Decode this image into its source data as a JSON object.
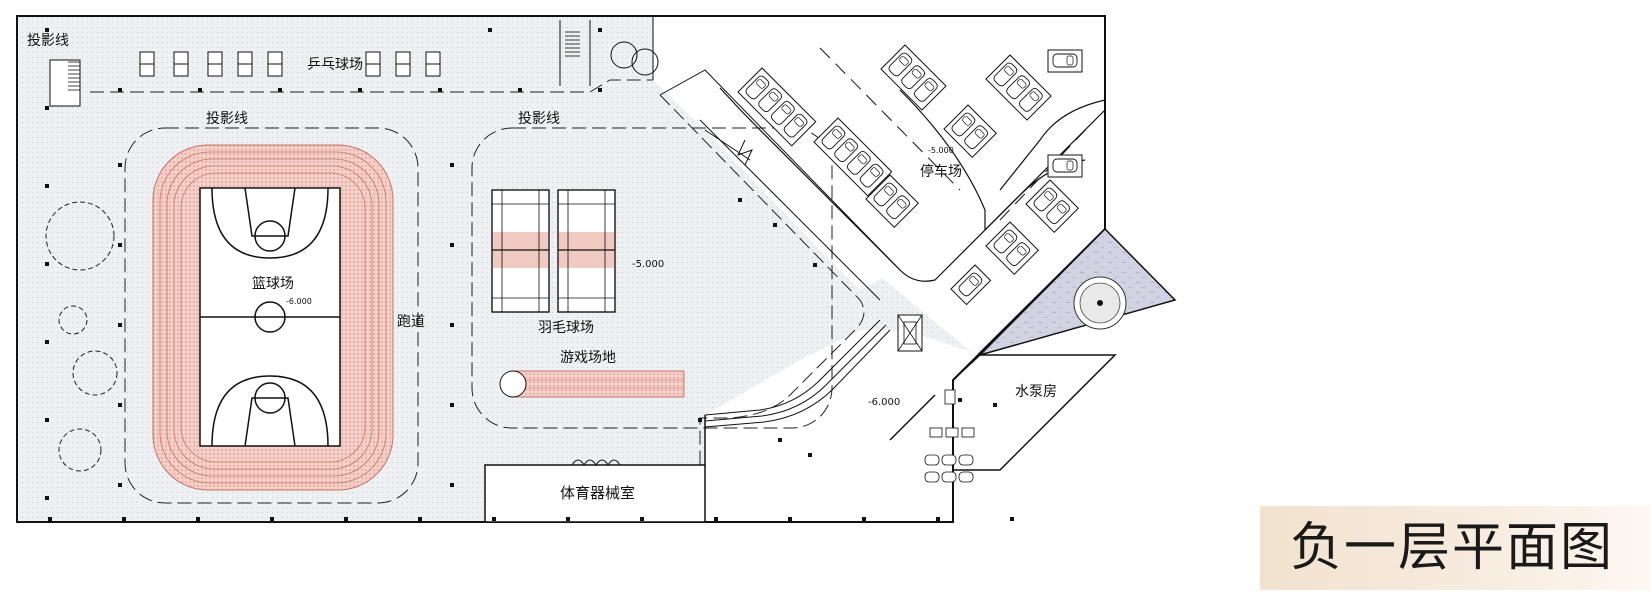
{
  "title": "负一层平面图",
  "labels": {
    "projection_line_1": "投影线",
    "projection_line_2": "投影线",
    "projection_line_3": "投影线",
    "table_tennis": "乒乓球场",
    "basketball": "篮球场",
    "basketball_elev": "-6.000",
    "track": "跑道",
    "badminton": "羽毛球场",
    "badminton_elev": "-5.000",
    "game_area": "游戏场地",
    "equipment_room": "体育器械室",
    "parking": "停车场",
    "parking_elev": "-5.000",
    "pump_room": "水泵房",
    "lower_elev": "-6.000"
  },
  "colors": {
    "floor": "#eef0f4",
    "track": "#f1c9c1",
    "court": "#ffffff",
    "line": "#111111",
    "court_accent": "#eeb3a8",
    "garden": "#c9c8dc",
    "title_bg": "#f4e6d6"
  }
}
